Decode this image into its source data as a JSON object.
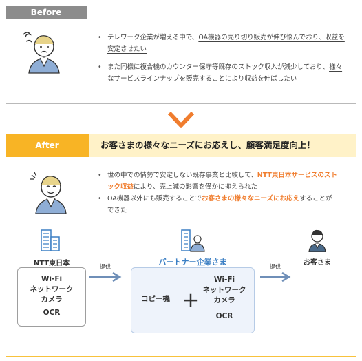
{
  "before": {
    "tab_label": "Before",
    "bullet1_plain": "テレワーク企業が増える中で、",
    "bullet1_underlined": "OA機器の売り切り販売が伸び悩んでおり、収益を安定させたい",
    "bullet2_plain": "また同様に複合機のカウンター保守等既存のストック収入が減少しており、",
    "bullet2_underlined": "様々なサービスラインナップを販売することにより収益を伸ばしたい"
  },
  "after": {
    "tab_label": "After",
    "title": "お客さまの様々なニーズにお応えし、顧客満足度向上！",
    "bullet1_a": "世の中での情勢で安定しない既存事業と比較して、",
    "bullet1_b": "NTT東日本サービスのストック収益",
    "bullet1_c": "により、売上減の影響を僅かに抑えられた",
    "bullet2_a": "OA機器以外にも販売することで",
    "bullet2_b": "お客さまの様々なニーズにお応え",
    "bullet2_c": "することができた"
  },
  "flow": {
    "ntt_label": "NTT東日本",
    "partner_label": "パートナー企業さま",
    "customer_label": "お客さま",
    "provide1": "提供",
    "provide2": "提供",
    "ntt_items": [
      "Wi-Fi",
      "ネットワーク",
      "カメラ",
      "OCR"
    ],
    "copier": "コピー機",
    "plus": "＋",
    "partner_items": [
      "Wi-Fi",
      "ネットワーク",
      "カメラ",
      "OCR"
    ]
  },
  "colors": {
    "orange": "#f07d2e",
    "yellow": "#f8b425",
    "blue": "#3b7fc4",
    "gray_tab": "#8c8c8c"
  }
}
